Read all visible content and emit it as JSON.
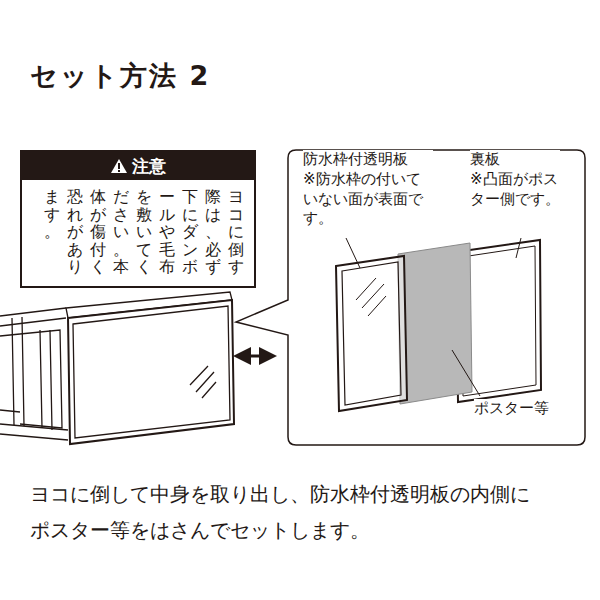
{
  "diagram": {
    "title": "セット方法 2",
    "caption": "ヨコに倒して中身を取り出し、防水枠付透明板の内側にポスター等をはさんでセットします。",
    "nodes": [
      {
        "text": [
          "注意",
          "ヨコに倒す際は、必ず下にダンボールや毛布を敷いてください。本体が傷付く恐れがあります。"
        ]
      }
    ],
    "labels": [
      "防水枠付透明板",
      "※防水枠の付いていない面が表面です。",
      "裏板",
      "※凸面がポスター側です。",
      "ポスター等"
    ]
  }
}
